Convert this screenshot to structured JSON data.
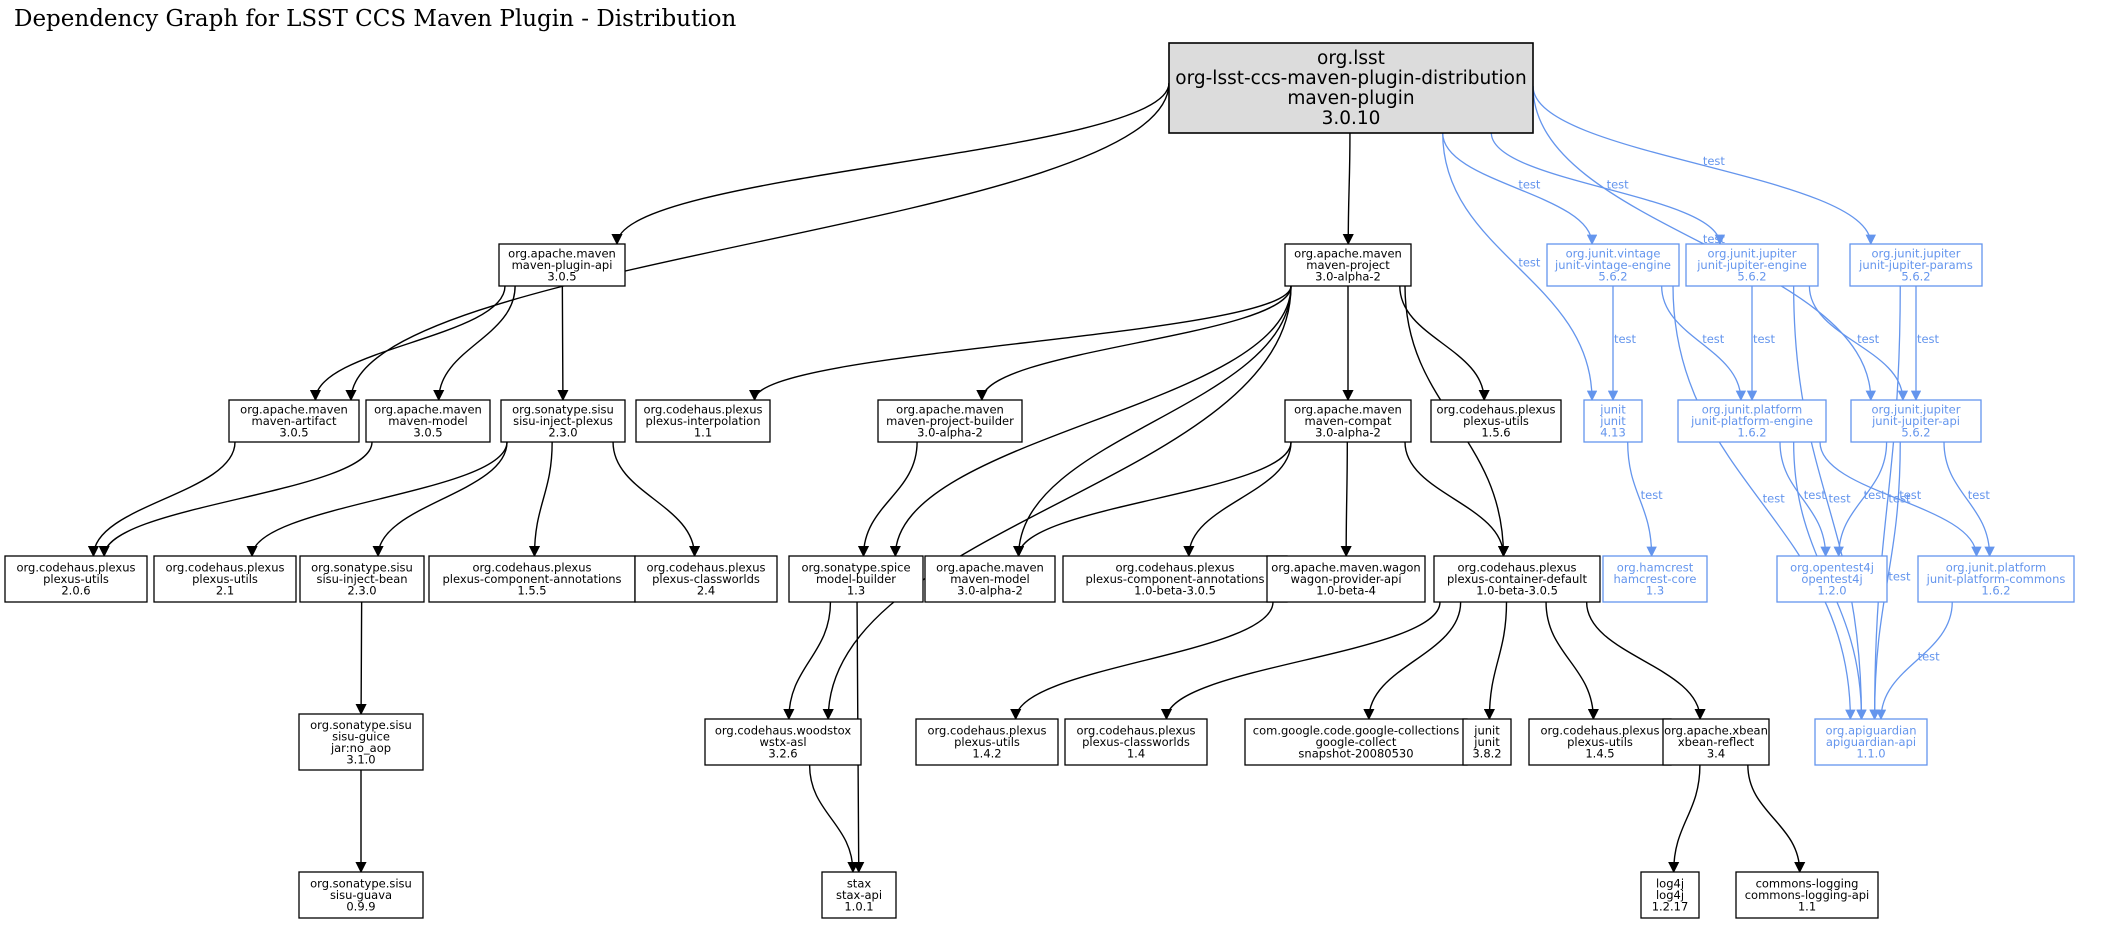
{
  "title": "Dependency Graph for LSST CCS Maven Plugin - Distribution",
  "colors": {
    "compile": "#000000",
    "test": "#6495ed",
    "root_fill": "#dcdcdc"
  },
  "nodes": [
    {
      "id": "root",
      "lines": [
        "org.lsst",
        "org-lsst-ccs-maven-plugin-distribution",
        "maven-plugin",
        "3.0.10"
      ],
      "scope": "root"
    },
    {
      "id": "maven-plugin-api",
      "lines": [
        "org.apache.maven",
        "maven-plugin-api",
        "3.0.5"
      ],
      "scope": "compile"
    },
    {
      "id": "maven-project",
      "lines": [
        "org.apache.maven",
        "maven-project",
        "3.0-alpha-2"
      ],
      "scope": "compile"
    },
    {
      "id": "junit-vintage-engine",
      "lines": [
        "org.junit.vintage",
        "junit-vintage-engine",
        "5.6.2"
      ],
      "scope": "test"
    },
    {
      "id": "junit-jupiter-engine",
      "lines": [
        "org.junit.jupiter",
        "junit-jupiter-engine",
        "5.6.2"
      ],
      "scope": "test"
    },
    {
      "id": "junit-jupiter-params",
      "lines": [
        "org.junit.jupiter",
        "junit-jupiter-params",
        "5.6.2"
      ],
      "scope": "test"
    },
    {
      "id": "maven-artifact",
      "lines": [
        "org.apache.maven",
        "maven-artifact",
        "3.0.5"
      ],
      "scope": "compile"
    },
    {
      "id": "maven-model-305",
      "lines": [
        "org.apache.maven",
        "maven-model",
        "3.0.5"
      ],
      "scope": "compile"
    },
    {
      "id": "sisu-inject-plexus",
      "lines": [
        "org.sonatype.sisu",
        "sisu-inject-plexus",
        "2.3.0"
      ],
      "scope": "compile"
    },
    {
      "id": "plexus-interpolation",
      "lines": [
        "org.codehaus.plexus",
        "plexus-interpolation",
        "1.1"
      ],
      "scope": "compile"
    },
    {
      "id": "maven-project-builder",
      "lines": [
        "org.apache.maven",
        "maven-project-builder",
        "3.0-alpha-2"
      ],
      "scope": "compile"
    },
    {
      "id": "maven-compat",
      "lines": [
        "org.apache.maven",
        "maven-compat",
        "3.0-alpha-2"
      ],
      "scope": "compile"
    },
    {
      "id": "plexus-utils-156",
      "lines": [
        "org.codehaus.plexus",
        "plexus-utils",
        "1.5.6"
      ],
      "scope": "compile"
    },
    {
      "id": "junit-413",
      "lines": [
        "junit",
        "junit",
        "4.13"
      ],
      "scope": "test"
    },
    {
      "id": "junit-platform-engine",
      "lines": [
        "org.junit.platform",
        "junit-platform-engine",
        "1.6.2"
      ],
      "scope": "test"
    },
    {
      "id": "junit-jupiter-api",
      "lines": [
        "org.junit.jupiter",
        "junit-jupiter-api",
        "5.6.2"
      ],
      "scope": "test"
    },
    {
      "id": "plexus-utils-206",
      "lines": [
        "org.codehaus.plexus",
        "plexus-utils",
        "2.0.6"
      ],
      "scope": "compile"
    },
    {
      "id": "plexus-utils-21",
      "lines": [
        "org.codehaus.plexus",
        "plexus-utils",
        "2.1"
      ],
      "scope": "compile"
    },
    {
      "id": "sisu-inject-bean",
      "lines": [
        "org.sonatype.sisu",
        "sisu-inject-bean",
        "2.3.0"
      ],
      "scope": "compile"
    },
    {
      "id": "plexus-component-annotations-155",
      "lines": [
        "org.codehaus.plexus",
        "plexus-component-annotations",
        "1.5.5"
      ],
      "scope": "compile"
    },
    {
      "id": "plexus-classworlds-24",
      "lines": [
        "org.codehaus.plexus",
        "plexus-classworlds",
        "2.4"
      ],
      "scope": "compile"
    },
    {
      "id": "model-builder",
      "lines": [
        "org.sonatype.spice",
        "model-builder",
        "1.3"
      ],
      "scope": "compile"
    },
    {
      "id": "maven-model-alpha",
      "lines": [
        "org.apache.maven",
        "maven-model",
        "3.0-alpha-2"
      ],
      "scope": "compile"
    },
    {
      "id": "plexus-component-annotations-beta",
      "lines": [
        "org.codehaus.plexus",
        "plexus-component-annotations",
        "1.0-beta-3.0.5"
      ],
      "scope": "compile"
    },
    {
      "id": "wagon-provider-api",
      "lines": [
        "org.apache.maven.wagon",
        "wagon-provider-api",
        "1.0-beta-4"
      ],
      "scope": "compile"
    },
    {
      "id": "plexus-container-default",
      "lines": [
        "org.codehaus.plexus",
        "plexus-container-default",
        "1.0-beta-3.0.5"
      ],
      "scope": "compile"
    },
    {
      "id": "hamcrest-core",
      "lines": [
        "org.hamcrest",
        "hamcrest-core",
        "1.3"
      ],
      "scope": "test"
    },
    {
      "id": "opentest4j",
      "lines": [
        "org.opentest4j",
        "opentest4j",
        "1.2.0"
      ],
      "scope": "test"
    },
    {
      "id": "junit-platform-commons",
      "lines": [
        "org.junit.platform",
        "junit-platform-commons",
        "1.6.2"
      ],
      "scope": "test"
    },
    {
      "id": "sisu-guice",
      "lines": [
        "org.sonatype.sisu",
        "sisu-guice",
        "jar:no_aop",
        "3.1.0"
      ],
      "scope": "compile"
    },
    {
      "id": "wstx-asl",
      "lines": [
        "org.codehaus.woodstox",
        "wstx-asl",
        "3.2.6"
      ],
      "scope": "compile"
    },
    {
      "id": "plexus-utils-142",
      "lines": [
        "org.codehaus.plexus",
        "plexus-utils",
        "1.4.2"
      ],
      "scope": "compile"
    },
    {
      "id": "plexus-classworlds-14",
      "lines": [
        "org.codehaus.plexus",
        "plexus-classworlds",
        "1.4"
      ],
      "scope": "compile"
    },
    {
      "id": "google-collect",
      "lines": [
        "com.google.code.google-collections",
        "google-collect",
        "snapshot-20080530"
      ],
      "scope": "compile"
    },
    {
      "id": "junit-382",
      "lines": [
        "junit",
        "junit",
        "3.8.2"
      ],
      "scope": "compile"
    },
    {
      "id": "plexus-utils-145",
      "lines": [
        "org.codehaus.plexus",
        "plexus-utils",
        "1.4.5"
      ],
      "scope": "compile"
    },
    {
      "id": "xbean-reflect",
      "lines": [
        "org.apache.xbean",
        "xbean-reflect",
        "3.4"
      ],
      "scope": "compile"
    },
    {
      "id": "apiguardian-api",
      "lines": [
        "org.apiguardian",
        "apiguardian-api",
        "1.1.0"
      ],
      "scope": "test"
    },
    {
      "id": "sisu-guava",
      "lines": [
        "org.sonatype.sisu",
        "sisu-guava",
        "0.9.9"
      ],
      "scope": "compile"
    },
    {
      "id": "stax-api",
      "lines": [
        "stax",
        "stax-api",
        "1.0.1"
      ],
      "scope": "compile"
    },
    {
      "id": "log4j",
      "lines": [
        "log4j",
        "log4j",
        "1.2.17"
      ],
      "scope": "compile"
    },
    {
      "id": "commons-logging-api",
      "lines": [
        "commons-logging",
        "commons-logging-api",
        "1.1"
      ],
      "scope": "compile"
    }
  ],
  "edges": [
    {
      "from": "root",
      "to": "maven-plugin-api",
      "label": ""
    },
    {
      "from": "root",
      "to": "maven-artifact",
      "label": ""
    },
    {
      "from": "root",
      "to": "maven-project",
      "label": ""
    },
    {
      "from": "root",
      "to": "junit-413",
      "label": "test"
    },
    {
      "from": "root",
      "to": "junit-vintage-engine",
      "label": "test"
    },
    {
      "from": "root",
      "to": "junit-jupiter-engine",
      "label": "test"
    },
    {
      "from": "root",
      "to": "junit-jupiter-api",
      "label": "test"
    },
    {
      "from": "root",
      "to": "junit-jupiter-params",
      "label": "test"
    },
    {
      "from": "maven-plugin-api",
      "to": "maven-artifact",
      "label": ""
    },
    {
      "from": "maven-plugin-api",
      "to": "maven-model-305",
      "label": ""
    },
    {
      "from": "maven-plugin-api",
      "to": "sisu-inject-plexus",
      "label": ""
    },
    {
      "from": "maven-artifact",
      "to": "plexus-utils-206",
      "label": ""
    },
    {
      "from": "maven-model-305",
      "to": "plexus-utils-206",
      "label": ""
    },
    {
      "from": "sisu-inject-plexus",
      "to": "plexus-utils-21",
      "label": ""
    },
    {
      "from": "sisu-inject-plexus",
      "to": "sisu-inject-bean",
      "label": ""
    },
    {
      "from": "sisu-inject-plexus",
      "to": "plexus-component-annotations-155",
      "label": ""
    },
    {
      "from": "sisu-inject-plexus",
      "to": "plexus-classworlds-24",
      "label": ""
    },
    {
      "from": "sisu-inject-bean",
      "to": "sisu-guice",
      "label": ""
    },
    {
      "from": "sisu-guice",
      "to": "sisu-guava",
      "label": ""
    },
    {
      "from": "maven-project",
      "to": "plexus-interpolation",
      "label": ""
    },
    {
      "from": "maven-project",
      "to": "maven-project-builder",
      "label": ""
    },
    {
      "from": "maven-project",
      "to": "maven-compat",
      "label": ""
    },
    {
      "from": "maven-project",
      "to": "plexus-utils-156",
      "label": ""
    },
    {
      "from": "maven-project",
      "to": "wstx-asl",
      "label": ""
    },
    {
      "from": "maven-project",
      "to": "model-builder",
      "label": ""
    },
    {
      "from": "maven-project",
      "to": "maven-model-alpha",
      "label": ""
    },
    {
      "from": "maven-project",
      "to": "plexus-container-default",
      "label": ""
    },
    {
      "from": "maven-project-builder",
      "to": "model-builder",
      "label": ""
    },
    {
      "from": "model-builder",
      "to": "wstx-asl",
      "label": ""
    },
    {
      "from": "model-builder",
      "to": "stax-api",
      "label": ""
    },
    {
      "from": "wstx-asl",
      "to": "stax-api",
      "label": ""
    },
    {
      "from": "maven-compat",
      "to": "maven-model-alpha",
      "label": ""
    },
    {
      "from": "maven-compat",
      "to": "plexus-component-annotations-beta",
      "label": ""
    },
    {
      "from": "maven-compat",
      "to": "wagon-provider-api",
      "label": ""
    },
    {
      "from": "maven-compat",
      "to": "plexus-container-default",
      "label": ""
    },
    {
      "from": "wagon-provider-api",
      "to": "plexus-utils-142",
      "label": ""
    },
    {
      "from": "plexus-container-default",
      "to": "plexus-classworlds-14",
      "label": ""
    },
    {
      "from": "plexus-container-default",
      "to": "google-collect",
      "label": ""
    },
    {
      "from": "plexus-container-default",
      "to": "junit-382",
      "label": ""
    },
    {
      "from": "plexus-container-default",
      "to": "plexus-utils-145",
      "label": ""
    },
    {
      "from": "plexus-container-default",
      "to": "xbean-reflect",
      "label": ""
    },
    {
      "from": "xbean-reflect",
      "to": "log4j",
      "label": ""
    },
    {
      "from": "xbean-reflect",
      "to": "commons-logging-api",
      "label": ""
    },
    {
      "from": "junit-vintage-engine",
      "to": "junit-413",
      "label": "test"
    },
    {
      "from": "junit-vintage-engine",
      "to": "junit-platform-engine",
      "label": "test"
    },
    {
      "from": "junit-vintage-engine",
      "to": "apiguardian-api",
      "label": "test"
    },
    {
      "from": "junit-jupiter-engine",
      "to": "junit-platform-engine",
      "label": "test"
    },
    {
      "from": "junit-jupiter-engine",
      "to": "junit-jupiter-api",
      "label": "test"
    },
    {
      "from": "junit-jupiter-engine",
      "to": "apiguardian-api",
      "label": "test"
    },
    {
      "from": "junit-jupiter-params",
      "to": "junit-jupiter-api",
      "label": "test"
    },
    {
      "from": "junit-jupiter-params",
      "to": "apiguardian-api",
      "label": "test"
    },
    {
      "from": "junit-413",
      "to": "hamcrest-core",
      "label": "test"
    },
    {
      "from": "junit-platform-engine",
      "to": "opentest4j",
      "label": "test"
    },
    {
      "from": "junit-platform-engine",
      "to": "junit-platform-commons",
      "label": "test"
    },
    {
      "from": "junit-platform-engine",
      "to": "apiguardian-api",
      "label": "test"
    },
    {
      "from": "junit-jupiter-api",
      "to": "opentest4j",
      "label": "test"
    },
    {
      "from": "junit-jupiter-api",
      "to": "junit-platform-commons",
      "label": "test"
    },
    {
      "from": "junit-jupiter-api",
      "to": "apiguardian-api",
      "label": "test"
    },
    {
      "from": "junit-platform-commons",
      "to": "apiguardian-api",
      "label": "test"
    }
  ]
}
